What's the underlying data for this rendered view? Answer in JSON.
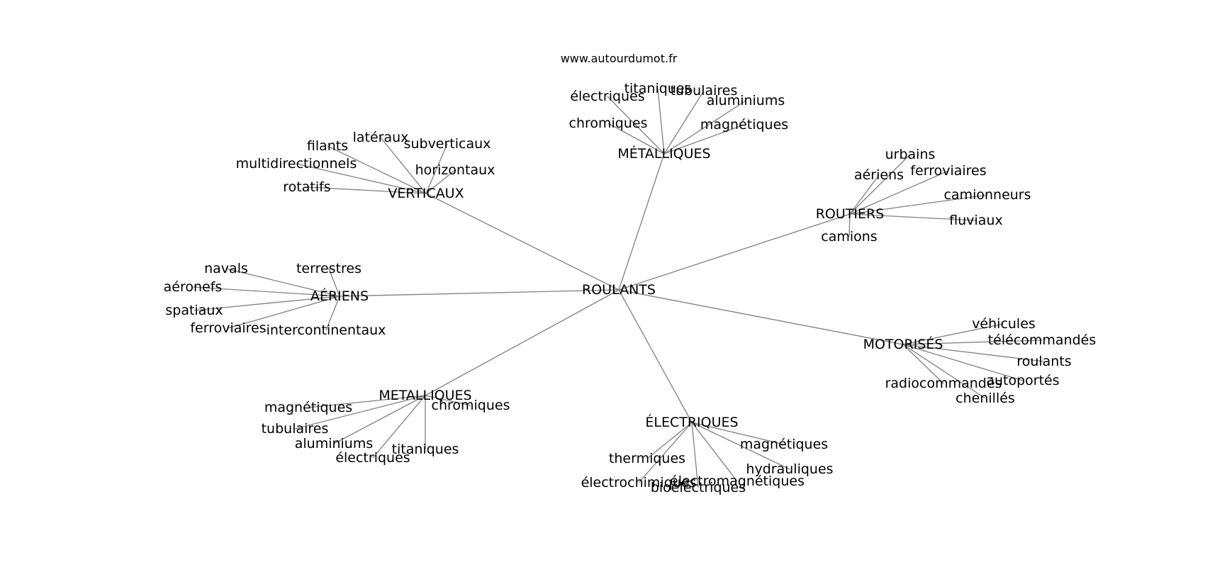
{
  "watermark": "www.autourdumot.fr",
  "graph": {
    "center": "ROULANTS",
    "branches": [
      {
        "label": "MÉTALLIQUES",
        "leaves": [
          "électriques",
          "titaniques",
          "tubulaires",
          "aluminiums",
          "chromiques",
          "magnétiques"
        ]
      },
      {
        "label": "VERTICAUX",
        "leaves": [
          "filants",
          "latéraux",
          "subverticaux",
          "multidirectionnels",
          "horizontaux",
          "rotatifs"
        ]
      },
      {
        "label": "ROUTIERS",
        "leaves": [
          "urbains",
          "aériens",
          "ferroviaires",
          "camionneurs",
          "fluviaux",
          "camions"
        ]
      },
      {
        "label": "AÉRIENS",
        "leaves": [
          "navals",
          "terrestres",
          "aéronefs",
          "spatiaux",
          "ferroviaires",
          "intercontinentaux"
        ]
      },
      {
        "label": "MOTORISÉS",
        "leaves": [
          "véhicules",
          "télécommandés",
          "roulants",
          "autoportés",
          "radiocommandés",
          "chenillés"
        ]
      },
      {
        "label": "METALLIQUES",
        "leaves": [
          "magnétiques",
          "chromiques",
          "tubulaires",
          "aluminiums",
          "titaniques",
          "électriques"
        ]
      },
      {
        "label": "ÉLECTRIQUES",
        "leaves": [
          "thermiques",
          "magnétiques",
          "hydrauliques",
          "électrochimiques",
          "électromagnétiques",
          "bioélectriques"
        ]
      }
    ]
  }
}
